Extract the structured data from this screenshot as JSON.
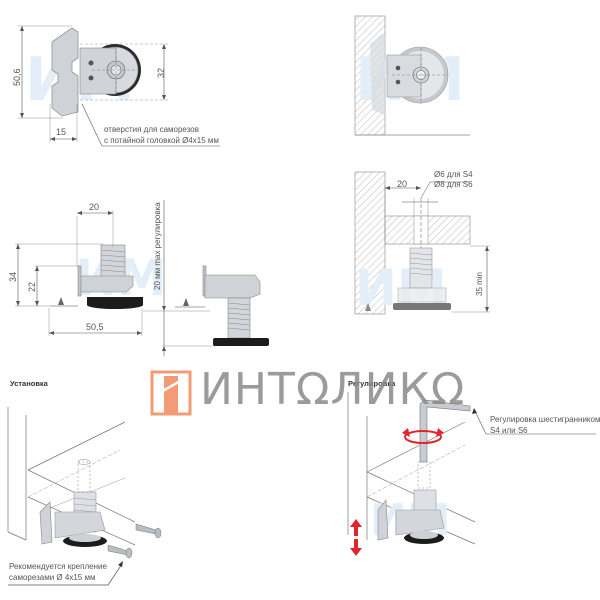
{
  "panels": {
    "top_left": {
      "dim_height": "50,6",
      "dim_hole": "32",
      "dim_offset": "15",
      "note_line1": "отверстия для саморезов",
      "note_line2": "с потайной головкой Ø4x15 мм"
    },
    "top_right": {},
    "middle_left": {
      "dim_top": "20",
      "dim_34": "34",
      "dim_22": "22",
      "dim_bottom": "50,5",
      "adjust_label": "20 мм max регулировка"
    },
    "middle_right": {
      "dim_20": "20",
      "hole_s4": "Ø6 для S4",
      "hole_s6": "Ø8 для S6",
      "min_height": "35 min"
    },
    "bottom_left": {
      "title": "Установка",
      "note_line1": "Рекомендуется крепление",
      "note_line2": "саморезами Ø 4x15 мм"
    },
    "bottom_right": {
      "title": "Регулировка",
      "note_line1": "Регулировка шестигранником",
      "note_line2": "S4 или S6"
    }
  },
  "watermark": {
    "brand": "ИНТАЛИКА",
    "brand_display": "ИНТΩЛИКΩ",
    "logo_color": "#f08a5d",
    "text_color": "#8a8a8a"
  },
  "colors": {
    "metal": "#c9cdd2",
    "metal_dark": "#9ea4aa",
    "rubber": "#1c1c1c",
    "hatch": "#bbbbbb",
    "accent_red": "#e0262b",
    "faint_watermark": "#dce9f5"
  }
}
